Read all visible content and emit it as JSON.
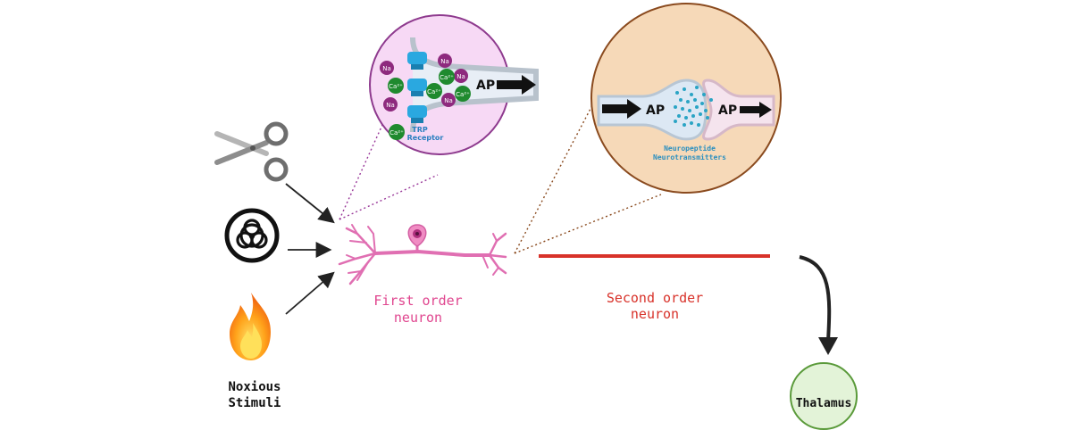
{
  "stimuli": {
    "label_line1": "Noxious",
    "label_line2": "Stimuli",
    "items": [
      {
        "icon": "scissors-icon"
      },
      {
        "icon": "biohazard-icon"
      },
      {
        "icon": "flame-icon"
      }
    ]
  },
  "first_neuron": {
    "label_line1": "First order",
    "label_line2": "neuron",
    "color": "#e0468f"
  },
  "second_neuron": {
    "label_line1": "Second order",
    "label_line2": "neuron",
    "color": "#d8322a"
  },
  "receptor_inset": {
    "receptor_line1": "TRP",
    "receptor_line2": "Receptor",
    "ap": "AP",
    "ions": {
      "sodium": "Na",
      "calcium": "Ca²⁺"
    },
    "fill": "#f7d9f5",
    "border": "#8e3a8e"
  },
  "synapse_inset": {
    "ap_left": "AP",
    "ap_right": "AP",
    "line1": "Neuropeptide",
    "line2": "Neurotransmitters",
    "fill": "#f6d9b8",
    "border": "#8a4a1e"
  },
  "thalamus": {
    "label": "Thalamus",
    "fill": "#e3f3d8",
    "border": "#5a9a3a"
  }
}
